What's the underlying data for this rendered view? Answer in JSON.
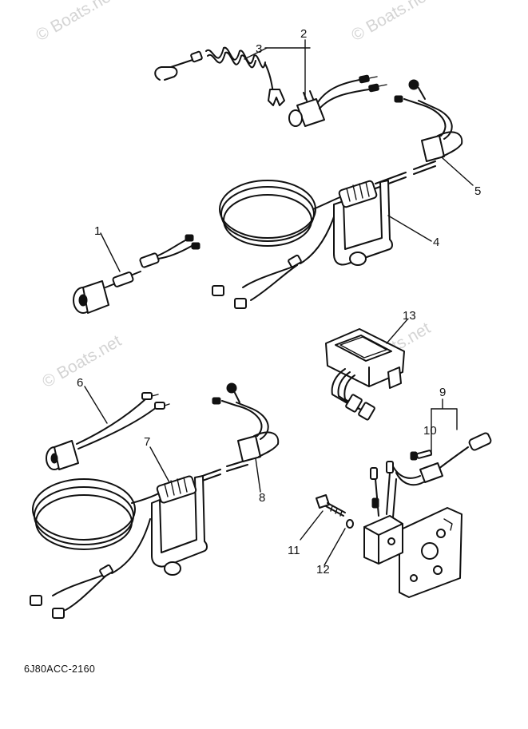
{
  "watermarks": [
    "© Boats.net",
    "© Boats.net",
    "© Boats.net",
    "© Boats.net"
  ],
  "callouts": [
    "1",
    "2",
    "3",
    "4",
    "5",
    "6",
    "7",
    "8",
    "9",
    "10",
    "11",
    "12",
    "13"
  ],
  "drawing_code": "6J80ACC-2160"
}
